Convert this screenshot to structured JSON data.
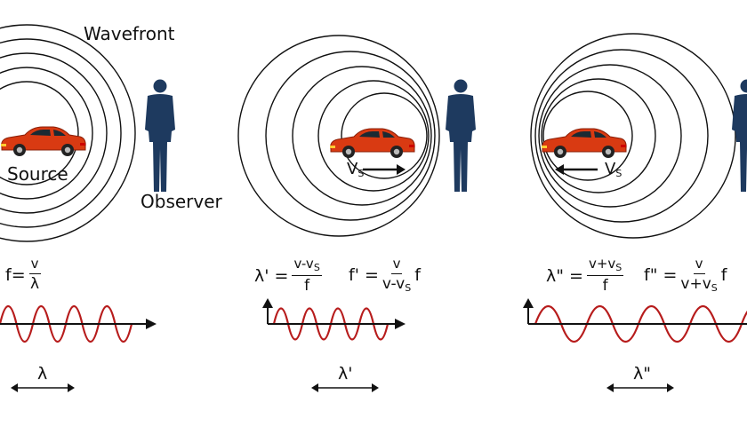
{
  "labels": {
    "wavefront": "Wavefront",
    "source": "Source",
    "observer": "Observer",
    "vs_symbol": "V",
    "vs_sub": "S"
  },
  "panel1": {
    "eq_lhs": "f=",
    "eq_num": "v",
    "eq_den": "λ",
    "lambda_label": "λ"
  },
  "panel2": {
    "eq1_lhs": "λ' =",
    "eq1_num_a": "v-v",
    "eq1_num_sub": "S",
    "eq1_den": "f",
    "eq2_lhs": "f' =",
    "eq2_num": "v",
    "eq2_den_a": "v-v",
    "eq2_den_sub": "S",
    "eq2_tail": "f",
    "lambda_label": "λ'"
  },
  "panel3": {
    "eq1_lhs": "λ\" =",
    "eq1_num_a": "v+v",
    "eq1_num_sub": "S",
    "eq1_den": "f",
    "eq2_lhs": "f\" =",
    "eq2_num": "v",
    "eq2_den_a": "v+v",
    "eq2_den_sub": "S",
    "eq2_tail": "f",
    "lambda_label": "λ\""
  },
  "colors": {
    "car_body": "#d93a12",
    "wave": "#b71c1c",
    "person": "#1e3a5f",
    "rings": "#111111"
  }
}
